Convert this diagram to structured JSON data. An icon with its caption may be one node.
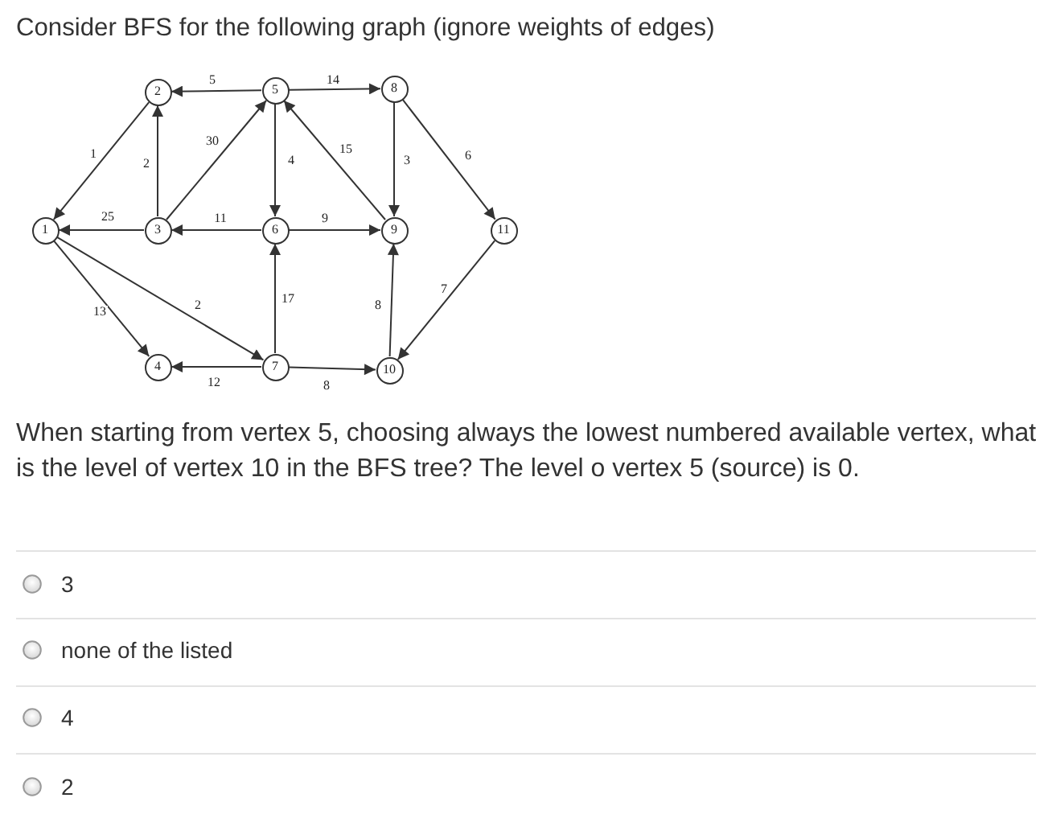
{
  "diagram": {
    "title": "Consider BFS for the following graph (ignore weights of edges)",
    "nodes": [
      {
        "text": [
          "2"
        ]
      },
      {
        "text": [
          "5"
        ]
      },
      {
        "text": [
          "8"
        ]
      },
      {
        "text": [
          "1"
        ]
      },
      {
        "text": [
          "3"
        ]
      },
      {
        "text": [
          "6"
        ]
      },
      {
        "text": [
          "9"
        ]
      },
      {
        "text": [
          "11"
        ]
      },
      {
        "text": [
          "4"
        ]
      },
      {
        "text": [
          "7"
        ]
      },
      {
        "text": [
          "10"
        ]
      }
    ],
    "edges": [
      {
        "from": 1,
        "to": 0,
        "arrow": "to",
        "label": "5"
      },
      {
        "from": 1,
        "to": 2,
        "arrow": "to",
        "label": "14"
      },
      {
        "from": 0,
        "to": 3,
        "arrow": "to",
        "label": "1"
      },
      {
        "from": 4,
        "to": 0,
        "arrow": "to",
        "label": "2"
      },
      {
        "from": 4,
        "to": 1,
        "arrow": "to",
        "label": "30"
      },
      {
        "from": 1,
        "to": 5,
        "arrow": "to",
        "label": "4"
      },
      {
        "from": 6,
        "to": 1,
        "arrow": "to",
        "label": "15"
      },
      {
        "from": 2,
        "to": 6,
        "arrow": "to",
        "label": "3"
      },
      {
        "from": 2,
        "to": 7,
        "arrow": "to",
        "label": "6"
      },
      {
        "from": 4,
        "to": 3,
        "arrow": "to",
        "label": "25"
      },
      {
        "from": 5,
        "to": 4,
        "arrow": "to",
        "label": "11"
      },
      {
        "from": 5,
        "to": 6,
        "arrow": "to",
        "label": "9"
      },
      {
        "from": 3,
        "to": 8,
        "arrow": "to",
        "label": "13"
      },
      {
        "from": 3,
        "to": 9,
        "arrow": "to",
        "label": "2"
      },
      {
        "from": 9,
        "to": 5,
        "arrow": "to",
        "label": "17"
      },
      {
        "from": 9,
        "to": 8,
        "arrow": "to",
        "label": "12"
      },
      {
        "from": 9,
        "to": 10,
        "arrow": "to",
        "label": "8"
      },
      {
        "from": 10,
        "to": 6,
        "arrow": "to",
        "label": "8"
      },
      {
        "from": 7,
        "to": 10,
        "arrow": "to",
        "label": "7"
      }
    ],
    "labels": [
      "When starting from vertex 5, choosing always the lowest numbered available vertex, what is the level of vertex 10 in the BFS tree? The level o vertex 5 (source) is 0.",
      "3",
      "none of the listed",
      "4",
      "2"
    ]
  }
}
